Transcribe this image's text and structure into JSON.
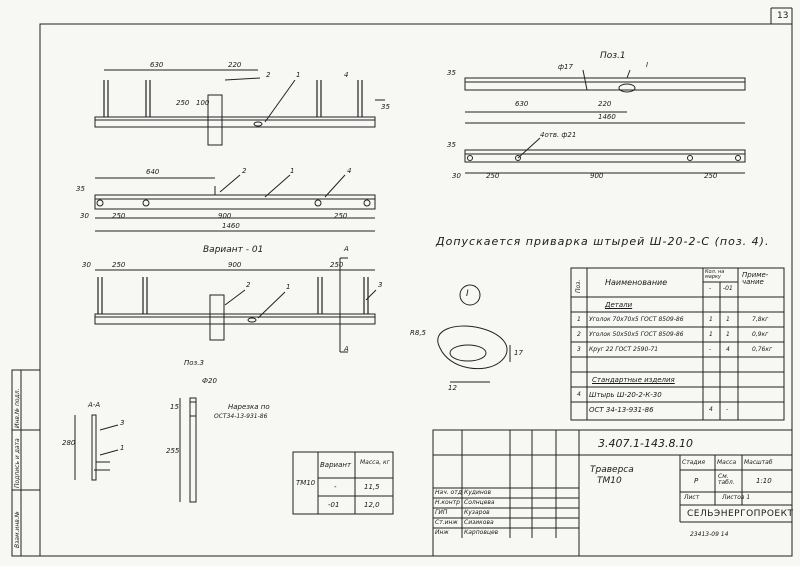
{
  "sheet": {
    "number": "13"
  },
  "pos1": {
    "title": "Поз.1",
    "callout": "I",
    "d1": "630",
    "d2": "220",
    "d3": "1460",
    "d4": "35",
    "phi": "ф17"
  },
  "pos1b": {
    "note": "4отв. ф21",
    "d1": "250",
    "d2": "900",
    "d3": "250",
    "d4": "30",
    "d5": "35"
  },
  "view_top": {
    "d1": "630",
    "d2": "220",
    "d3": "250",
    "d4": "100",
    "d5": "35",
    "lbl1": "1",
    "lbl2": "2",
    "lbl4": "4"
  },
  "view_mid": {
    "d1": "640",
    "d2": "250",
    "d3": "900",
    "d4": "250",
    "d5": "1460",
    "d6": "35",
    "d7": "30",
    "lbl1": "1",
    "lbl2": "2",
    "lbl4": "4"
  },
  "variant": {
    "title": "Вариант - 01",
    "d1": "30",
    "d2": "250",
    "d3": "900",
    "d4": "250",
    "cut": "А",
    "lbl1": "1",
    "lbl2": "2",
    "lbl3": "3"
  },
  "note_weld": "Допускается приварка штырей Ш-20-2-С (поз. 4).",
  "detail_I": {
    "label": "I",
    "r": "R8,5",
    "d1": "12",
    "d2": "17"
  },
  "section_aa": {
    "title": "А-А",
    "d": "280",
    "lbl3": "3",
    "lbl1": "1"
  },
  "pos3": {
    "title": "Поз.3",
    "phi": "Ф20",
    "d1": "15",
    "d2": "255",
    "thread": "Нарезка по",
    "thread_std": "ОСТ34-13-931-86"
  },
  "mass_table": {
    "tag": "ТМ10",
    "headers": [
      "Вариант",
      "Масса, кг"
    ],
    "rows": [
      [
        "-",
        "11,5"
      ],
      [
        "-01",
        "12,0"
      ]
    ]
  },
  "spec": {
    "headers": {
      "pos": "Поз.",
      "name": "Наименование",
      "qty": "Кол. на марку",
      "qty_a": "-",
      "qty_b": "-01",
      "note": "Приме-чание"
    },
    "section1": "Детали",
    "rows": [
      {
        "pos": "1",
        "name": "Уголок 70х70х5 ГОСТ 8509-86",
        "a": "1",
        "b": "1",
        "note": "7,8кг"
      },
      {
        "pos": "2",
        "name": "Уголок 50х50х5 ГОСТ 8509-86",
        "a": "1",
        "b": "1",
        "note": "0,9кг"
      },
      {
        "pos": "3",
        "name": "Круг 22 ГОСТ 2590-71",
        "a": "-",
        "b": "4",
        "note": "0,76кг"
      }
    ],
    "section2": "Стандартные изделия",
    "rows2": [
      {
        "pos": "4",
        "name": "Штырь Ш-20-2-К-30",
        "a": "",
        "b": "",
        "note": ""
      },
      {
        "pos": "",
        "name": "ОСТ 34-13-931-86",
        "a": "4",
        "b": "-",
        "note": ""
      }
    ]
  },
  "stamp": {
    "code": "3.407.1-143.8.10",
    "name1": "Траверса",
    "name2": "ТМ10",
    "stage_h": "Стадия",
    "mass_h": "Масса",
    "scale_h": "Масштаб",
    "stage": "Р",
    "mass": "См. табл.",
    "scale": "1:10",
    "sheet": "Лист",
    "sheets": "Листов 1",
    "org": "СЕЛЬЭНЕРГОПРОЕКТ",
    "people": [
      {
        "role": "Нач. отд",
        "name": "Кудинов"
      },
      {
        "role": "Н.контр",
        "name": "Солнцева"
      },
      {
        "role": "ГИП",
        "name": "Кузаров"
      },
      {
        "role": "Ст.инж",
        "name": "Сизикова"
      },
      {
        "role": "Инж",
        "name": "Карповцев"
      }
    ],
    "bottom": "23413-09  14"
  },
  "side": {
    "a": "Инв.№ подл.",
    "b": "Подпись и дата",
    "c": "Взам.инв.№"
  }
}
